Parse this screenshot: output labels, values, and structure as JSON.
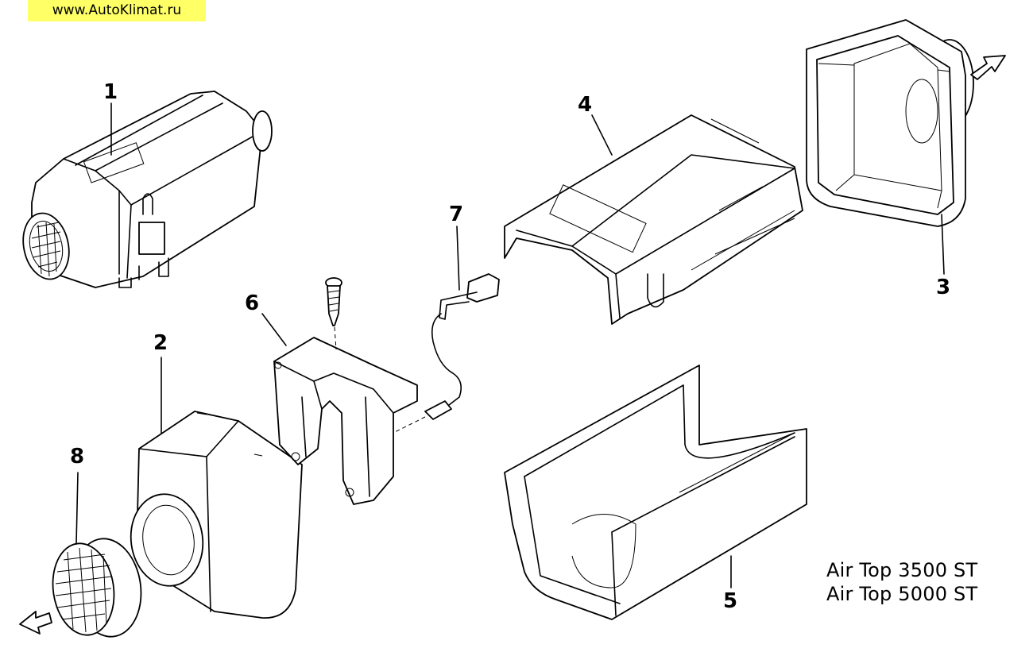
{
  "watermark": "www.AutoKlimat.ru",
  "model_lines": [
    "Air Top 3500 ST",
    "Air Top 5000 ST"
  ],
  "callouts": [
    "1",
    "2",
    "3",
    "4",
    "5",
    "6",
    "7",
    "8"
  ]
}
